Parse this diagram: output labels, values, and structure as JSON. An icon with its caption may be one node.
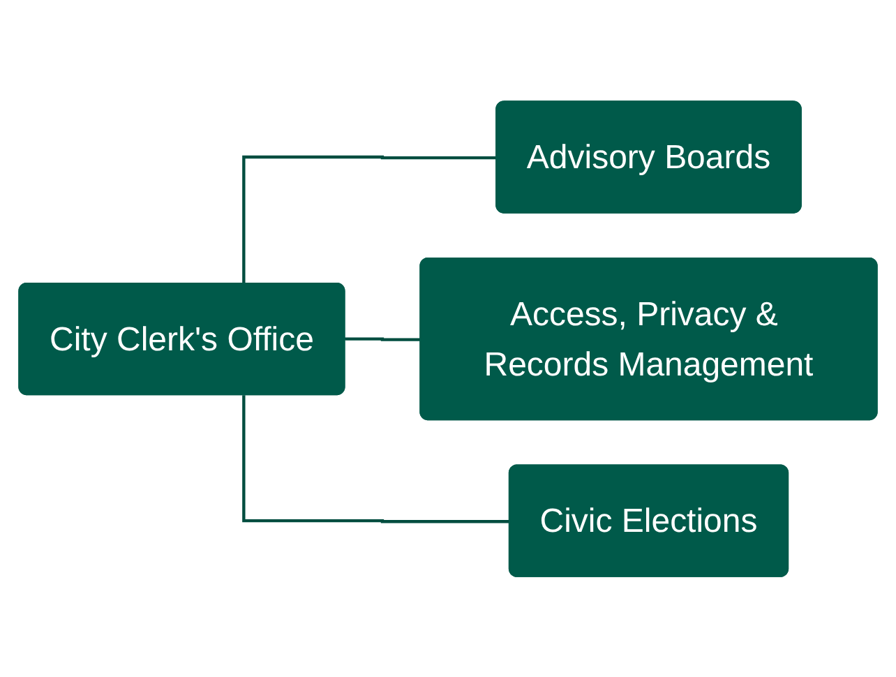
{
  "diagram": {
    "nodes": [
      {
        "text": [
          "City Clerk's Office"
        ]
      },
      {
        "text": [
          "Advisory Boards"
        ]
      },
      {
        "text": [
          "Access, Privacy & Records Management"
        ]
      },
      {
        "text": [
          "Civic Elections"
        ]
      }
    ],
    "edges": [
      {
        "from": 0,
        "to": 1,
        "arrow": "none"
      },
      {
        "from": 0,
        "to": 2,
        "arrow": "none"
      },
      {
        "from": 0,
        "to": 3,
        "arrow": "none"
      }
    ]
  }
}
